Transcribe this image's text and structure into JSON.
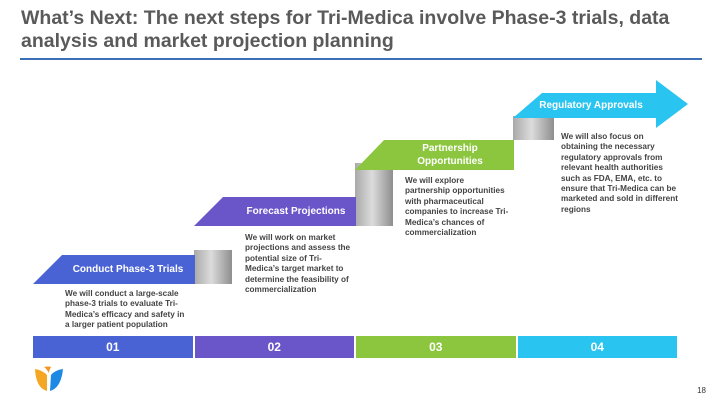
{
  "title": "What’s Next: The next steps for Tri-Medica involve Phase-3 trials, data analysis and market projection planning",
  "steps": [
    {
      "number": "01",
      "label": "Conduct Phase-3 Trials",
      "color": "#4a63d4",
      "description": "We will conduct a large-scale phase-3 trials to evaluate Tri-Medica’s efficacy and safety in a larger patient population"
    },
    {
      "number": "02",
      "label": "Forecast Projections",
      "color": "#6a55c9",
      "description": "We will work on market projections and assess the potential size of Tri-Medica’s target market to determine the feasibility of commercialization"
    },
    {
      "number": "03",
      "label_line1": "Partnership",
      "label_line2": "Opportunities",
      "color": "#8cc63f",
      "description": "We will explore partnership opportunities with pharmaceutical companies to increase Tri-Medica’s chances of commercialization"
    },
    {
      "number": "04",
      "label": "Regulatory Approvals",
      "color": "#29c4ef",
      "description": "We will also focus on obtaining the necessary regulatory approvals from relevant health authorities such as FDA, EMA, etc. to ensure that Tri-Medica can be marketed and sold in different regions"
    }
  ],
  "logo": "tri-medica-logo",
  "page_number": "18"
}
